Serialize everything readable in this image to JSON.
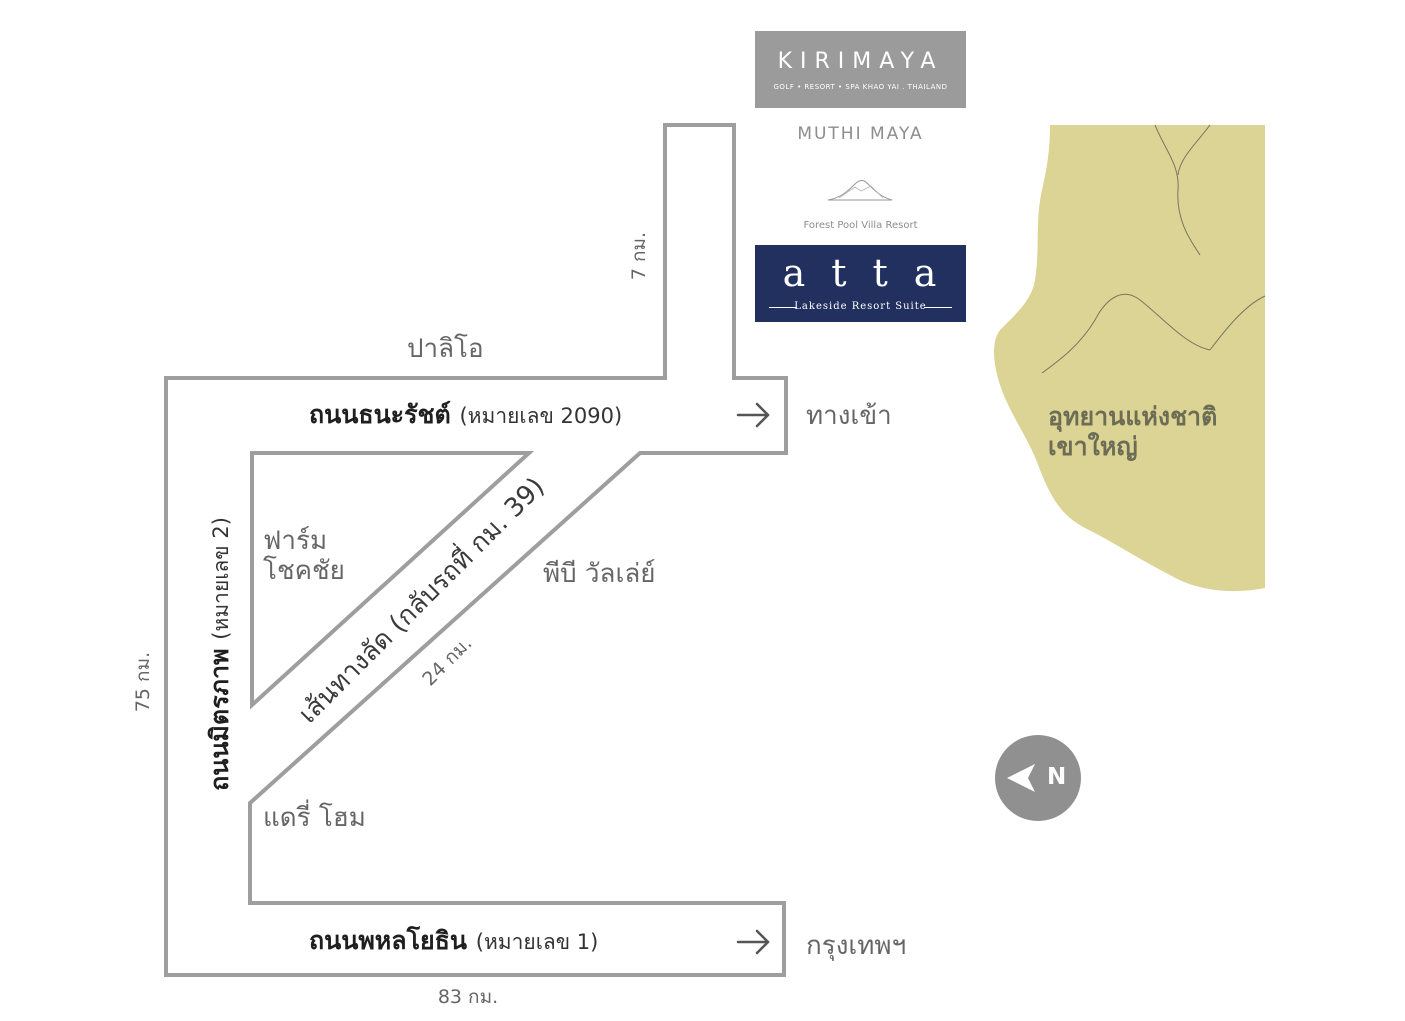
{
  "logos": {
    "kirimaya": {
      "name": "KIRIMAYA",
      "tagline": "GOLF • RESORT • SPA     KHAO YAI  .  THAILAND"
    },
    "muthi_maya": "MUTHI  MAYA",
    "forest_pool": "Forest Pool Villa Resort",
    "atta": {
      "name": "atta",
      "tagline": "Lakeside Resort Suite"
    }
  },
  "roads": {
    "thanarat": {
      "name": "ถนนธนะรัชต์",
      "number": "(หมายเลข 2090)"
    },
    "phahonyothin": {
      "name": "ถนนพหลโยธิน",
      "number": "(หมายเลข 1)"
    },
    "mittraphap": {
      "name": "ถนนมิตรภาพ",
      "number": "(หมายเลข 2)"
    },
    "shortcut": "เส้นทางลัด (กลับรถที่ กม. 39)"
  },
  "places": {
    "palio": "ปาลิโอ",
    "entrance": "ทางเข้า",
    "bangkok": "กรุงเทพฯ",
    "chokchai_farm_line1": "ฟาร์ม",
    "chokchai_farm_line2": "โชคชัย",
    "pb_valley": "พีบี วัลเล่ย์",
    "dairy_home": "แดรี่ โฮม",
    "national_park_line1": "อุทยานแห่งชาติ",
    "national_park_line2": "เขาใหญ่"
  },
  "distances": {
    "top_spur": "7 กม.",
    "left_side": "75 กม.",
    "diagonal": "24 กม.",
    "bottom": "83 กม."
  },
  "compass": {
    "label": "N"
  },
  "colors": {
    "road": "#9e9e9e",
    "park": "#dcd495",
    "atta_bg": "#22305f",
    "kirimaya_bg": "#9b9b9b",
    "compass": "#909090"
  }
}
